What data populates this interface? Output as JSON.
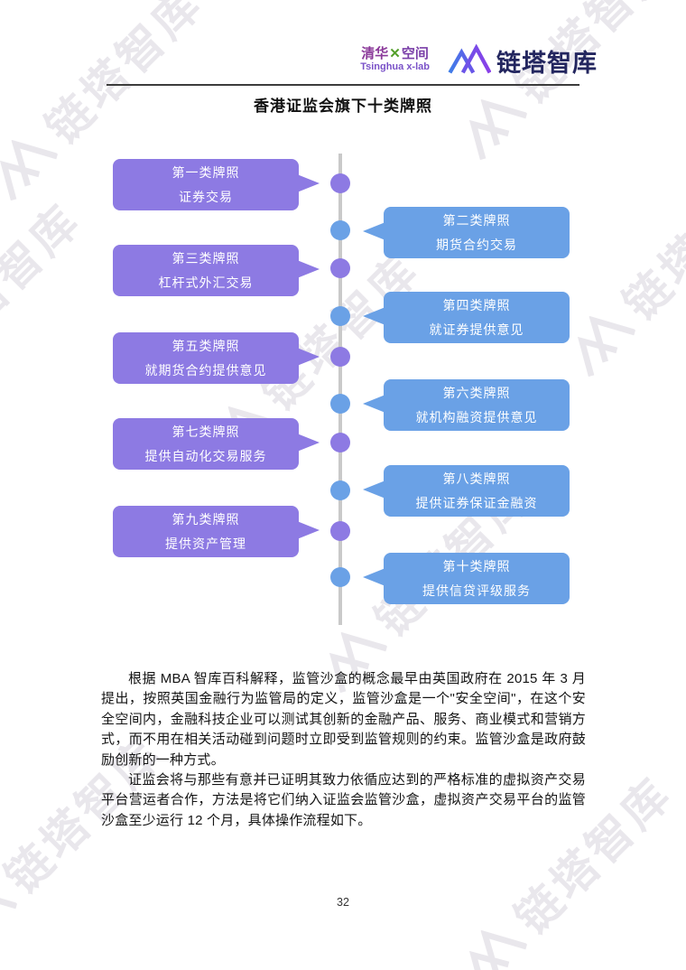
{
  "header": {
    "tsinghua_logo": {
      "cn_left": "清华",
      "x_mark": "✕",
      "cn_right": "空间",
      "subtext": "Tsinghua x-lab"
    },
    "lianta_logo": {
      "text": "链塔智库"
    }
  },
  "title": "香港证监会旗下十类牌照",
  "diagram": {
    "items": [
      {
        "title": "第一类牌照",
        "subtitle": "证券交易",
        "side": "left"
      },
      {
        "title": "第二类牌照",
        "subtitle": "期货合约交易",
        "side": "right"
      },
      {
        "title": "第三类牌照",
        "subtitle": "杠杆式外汇交易",
        "side": "left"
      },
      {
        "title": "第四类牌照",
        "subtitle": "就证券提供意见",
        "side": "right"
      },
      {
        "title": "第五类牌照",
        "subtitle": "就期货合约提供意见",
        "side": "left"
      },
      {
        "title": "第六类牌照",
        "subtitle": "就机构融资提供意见",
        "side": "right"
      },
      {
        "title": "第七类牌照",
        "subtitle": "提供自动化交易服务",
        "side": "left"
      },
      {
        "title": "第八类牌照",
        "subtitle": "提供证券保证金融资",
        "side": "right"
      },
      {
        "title": "第九类牌照",
        "subtitle": "提供资产管理",
        "side": "left"
      },
      {
        "title": "第十类牌照",
        "subtitle": "提供信贷评级服务",
        "side": "right"
      }
    ],
    "colors": {
      "left_box": "#8d7ae3",
      "right_box": "#6aa1e6",
      "timeline": "#c9c9c9"
    }
  },
  "paragraphs": [
    "根据 MBA 智库百科解释，监管沙盒的概念最早由英国政府在 2015 年 3 月提出，按照英国金融行为监管局的定义，监管沙盒是一个\"安全空间\"，在这个安全空间内，金融科技企业可以测试其创新的金融产品、服务、商业模式和营销方式，而不用在相关活动碰到问题时立即受到监管规则的约束。监管沙盒是政府鼓励创新的一种方式。",
    "证监会将与那些有意并已证明其致力依循应达到的严格标准的虚拟资产交易平台营运者合作，方法是将它们纳入证监会监管沙盒，虚拟资产交易平台的监管沙盒至少运行 12 个月，具体操作流程如下。"
  ],
  "watermark": {
    "text": "链塔智库",
    "color": "#e9e7ec"
  },
  "page_number": "32"
}
